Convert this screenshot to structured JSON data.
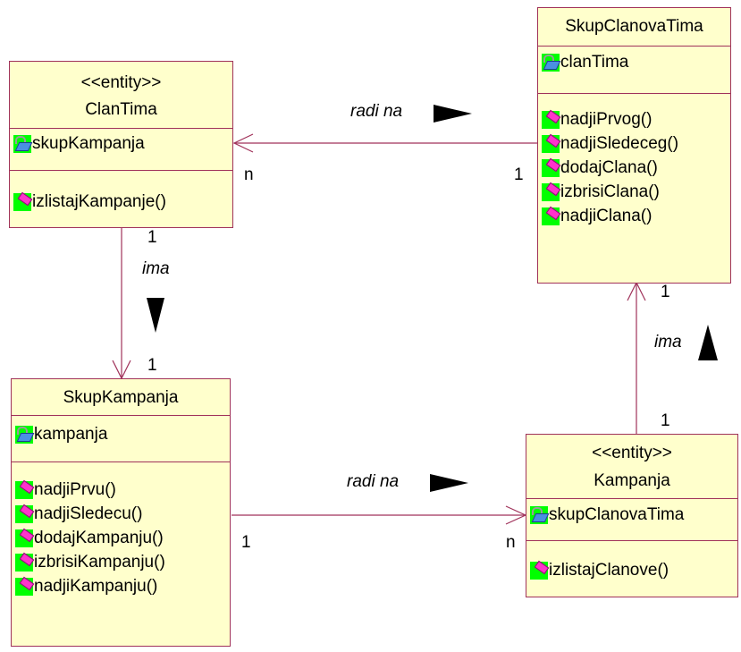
{
  "classes": {
    "skupClanovaTima": {
      "name": "SkupClanovaTima",
      "attributes": [
        "clanTima"
      ],
      "operations": [
        "nadjiPrvog()",
        "nadjiSledeceg()",
        "dodajClana()",
        "izbrisiClana()",
        "nadjiClana()"
      ]
    },
    "clanTima": {
      "stereotype": "<<entity>>",
      "name": "ClanTima",
      "attributes": [
        "skupKampanja"
      ],
      "operations": [
        "izlistajKampanje()"
      ]
    },
    "skupKampanja": {
      "name": "SkupKampanja",
      "attributes": [
        "kampanja"
      ],
      "operations": [
        "nadjiPrvu()",
        "nadjiSledecu()",
        "dodajKampanju()",
        "izbrisiKampanju()",
        "nadjiKampanju()"
      ]
    },
    "kampanja": {
      "stereotype": "<<entity>>",
      "name": "Kampanja",
      "attributes": [
        "skupClanovaTima"
      ],
      "operations": [
        "izlistajClanove()"
      ]
    }
  },
  "associations": {
    "top": {
      "label": "radi na",
      "source_mult": "1",
      "target_mult": "n"
    },
    "left": {
      "label": "ima",
      "source_mult": "1",
      "target_mult": "1"
    },
    "bottom": {
      "label": "radi na",
      "source_mult": "1",
      "target_mult": "n"
    },
    "right": {
      "label": "ima",
      "source_mult": "1",
      "target_mult": "1"
    }
  },
  "colors": {
    "box_fill": "#ffffcc",
    "box_border": "#a0325a",
    "line": "#a0325a",
    "icon_bg": "#00ff00"
  }
}
